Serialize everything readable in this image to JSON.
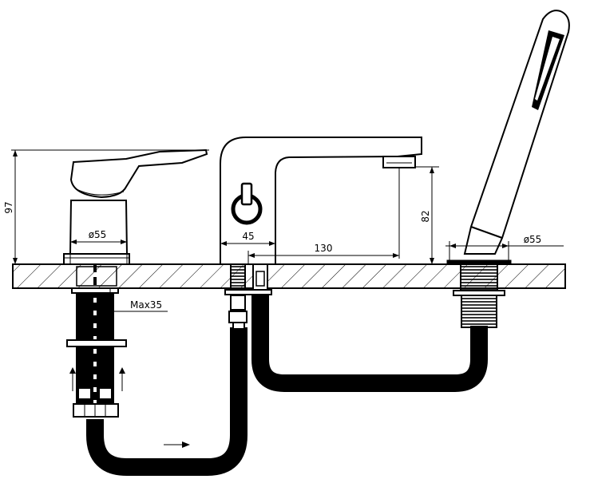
{
  "dimensions": {
    "overall_height": "97",
    "mixer_diameter": "ø55",
    "max_deck_thickness": "Max35",
    "spout_base_width": "45",
    "spout_reach": "130",
    "spout_height": "82",
    "handshower_diameter": "ø55"
  }
}
